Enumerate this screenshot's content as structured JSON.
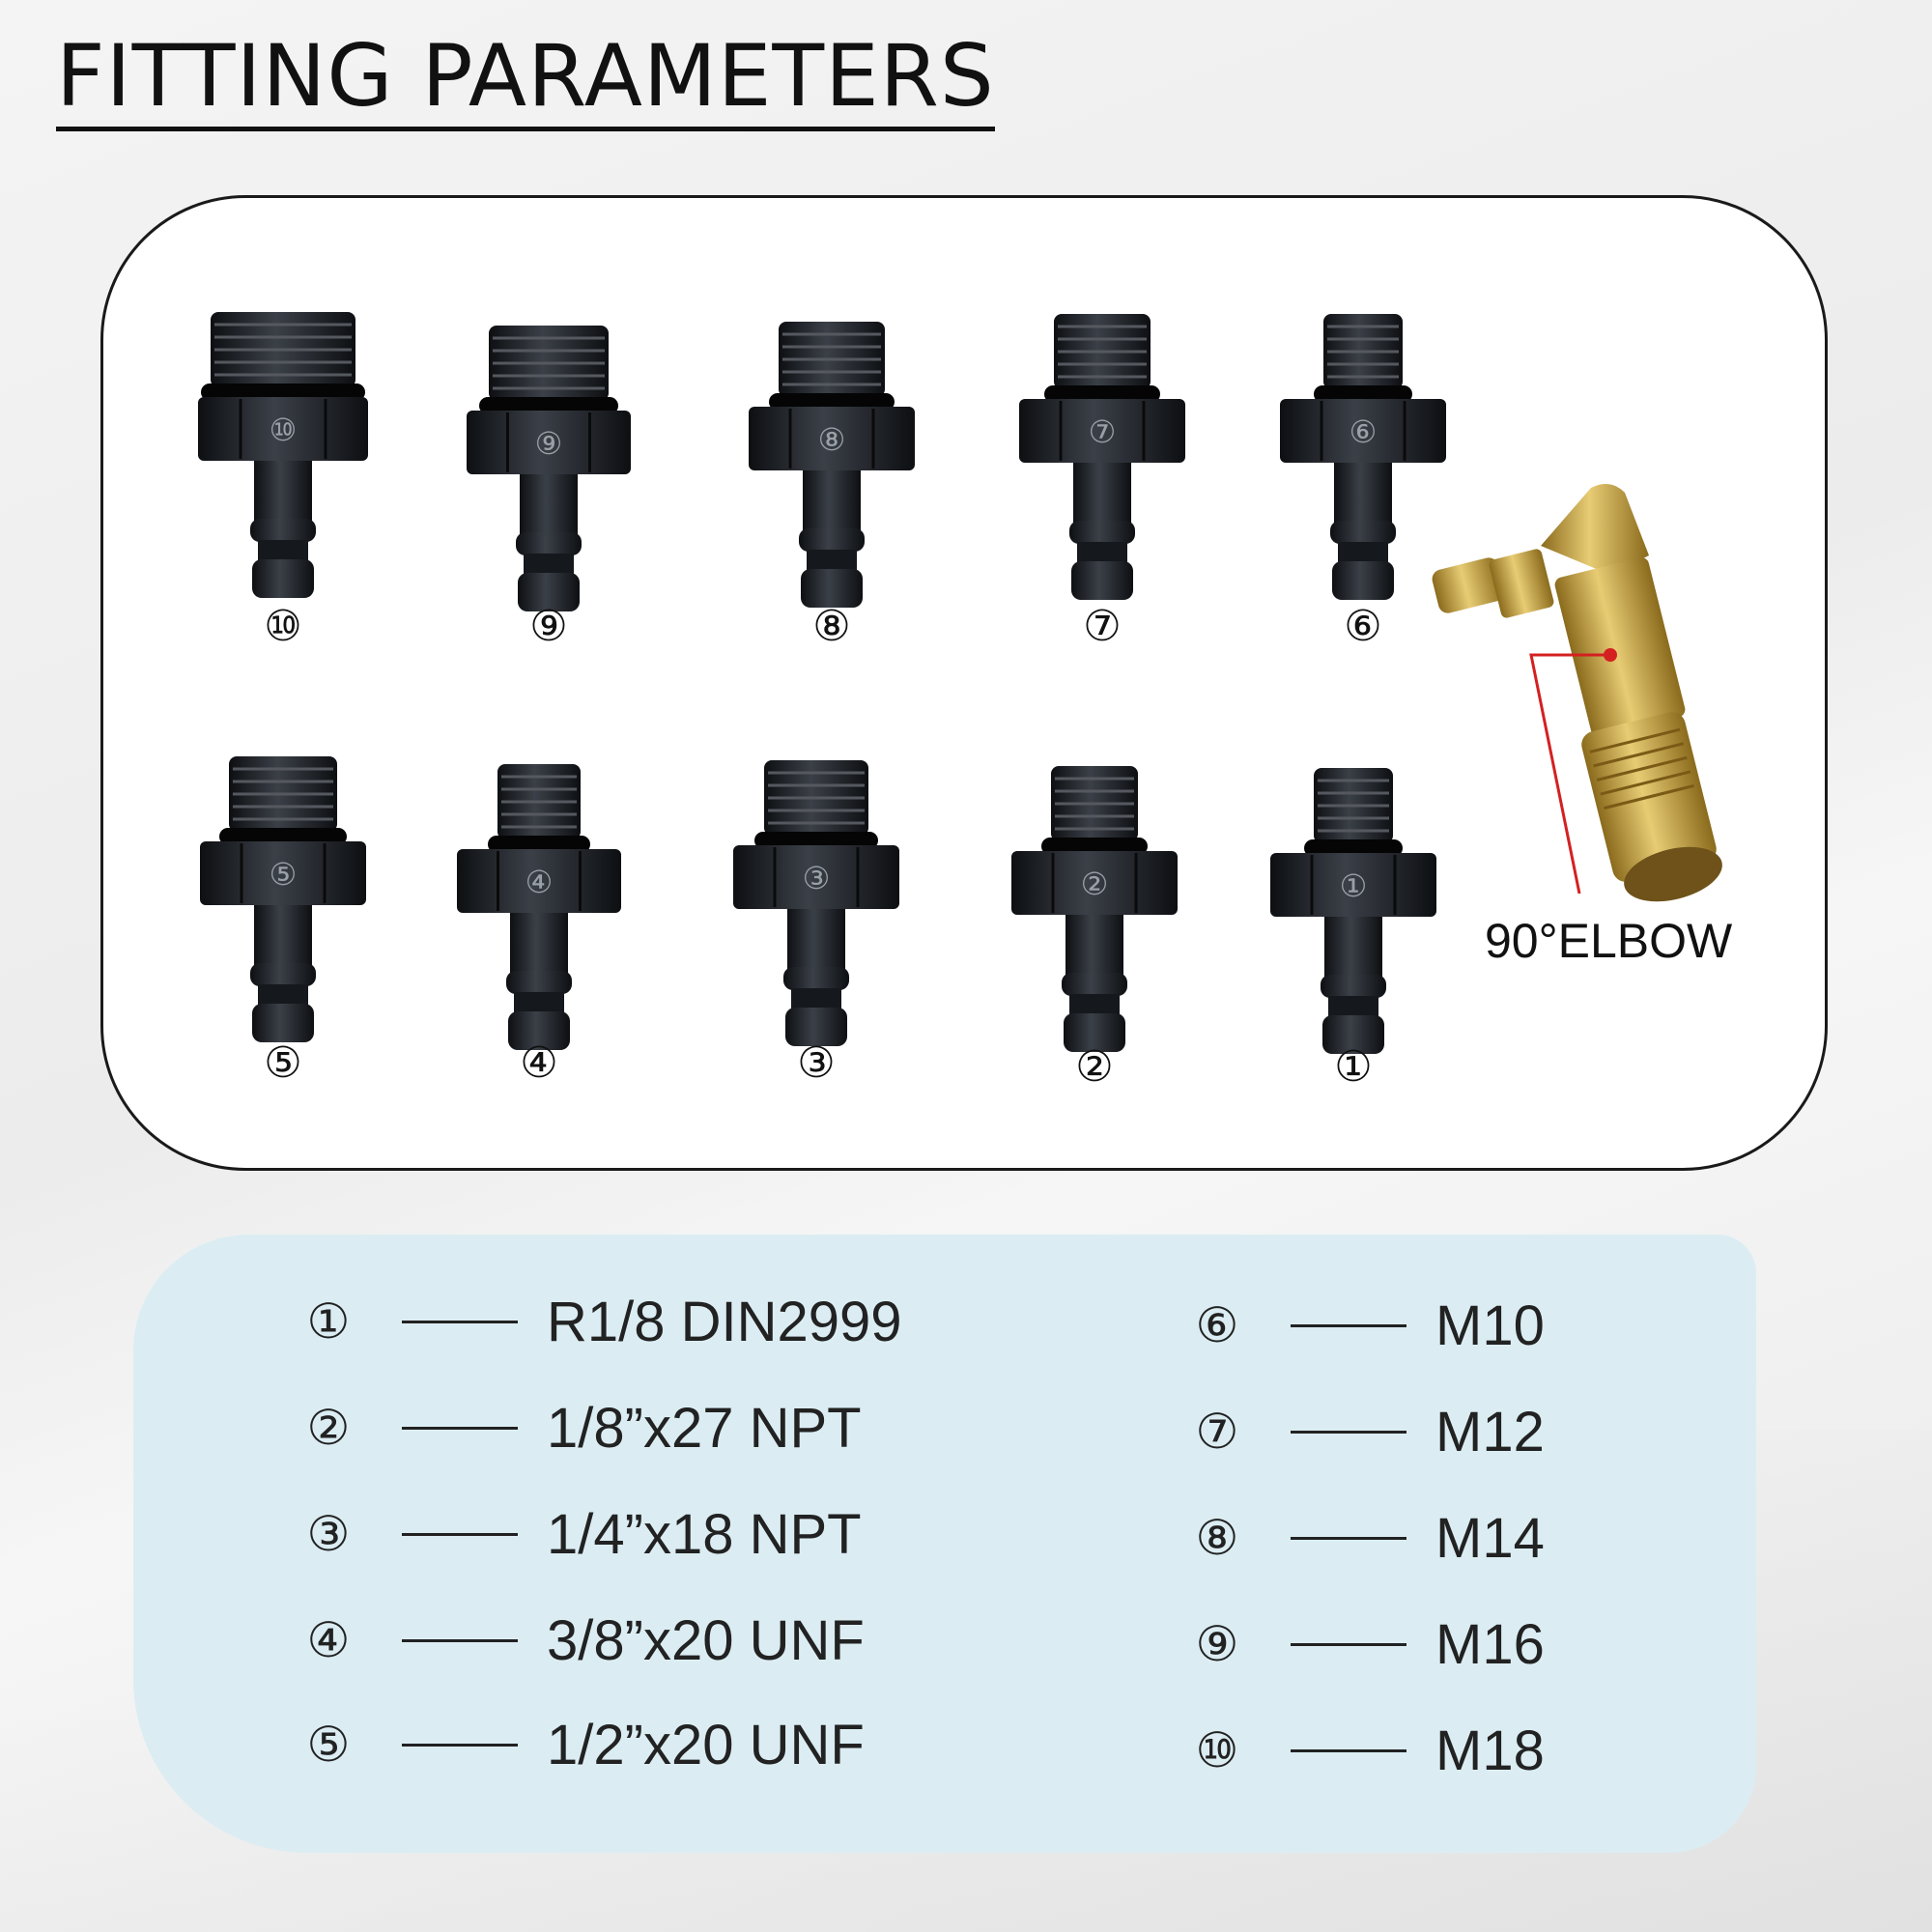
{
  "title": "FITTING PARAMETERS",
  "fittings": {
    "labels": [
      "⑩",
      "⑨",
      "⑧",
      "⑦",
      "⑥",
      "⑤",
      "④",
      "③",
      "②",
      "①"
    ],
    "engraved": [
      "⑩",
      "⑨",
      "⑧",
      "⑦",
      "⑥",
      "⑤",
      "④",
      "③",
      "②",
      "①"
    ],
    "elbow_label": "90°ELBOW"
  },
  "specs": {
    "left": [
      {
        "num": "①",
        "value": "R1/8 DIN2999"
      },
      {
        "num": "②",
        "value": "1/8”x27 NPT"
      },
      {
        "num": "③",
        "value": "1/4”x18 NPT"
      },
      {
        "num": "④",
        "value": "3/8”x20 UNF"
      },
      {
        "num": "⑤",
        "value": "1/2”x20 UNF"
      }
    ],
    "right": [
      {
        "num": "⑥",
        "value": "M10"
      },
      {
        "num": "⑦",
        "value": "M12"
      },
      {
        "num": "⑧",
        "value": "M14"
      },
      {
        "num": "⑨",
        "value": "M16"
      },
      {
        "num": "⑩",
        "value": "M18"
      }
    ]
  },
  "colors": {
    "fitting": "#1c1f24",
    "brass": "#c9a64a",
    "spec_bg": "#dbedf3",
    "leader": "#d42020"
  }
}
